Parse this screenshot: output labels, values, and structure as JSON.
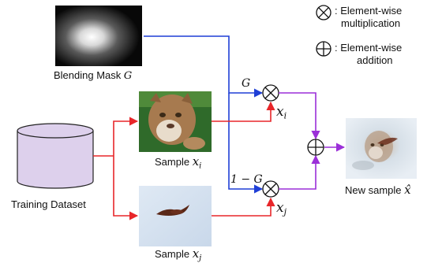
{
  "blending_mask": {
    "label": "Blending Mask",
    "var": "G"
  },
  "training_dataset": {
    "label": "Training Dataset"
  },
  "sample_i": {
    "label": "Sample",
    "var": "x",
    "sub": "i"
  },
  "sample_j": {
    "label": "Sample",
    "var": "x",
    "sub": "j"
  },
  "weights": {
    "top": "G",
    "bottom": "1 − G"
  },
  "products": {
    "top_var": "x",
    "top_sub": "i",
    "bottom_var": "x",
    "bottom_sub": "j"
  },
  "new_sample": {
    "label": "New sample",
    "var": "x̂"
  },
  "legend": {
    "mult_line1": ": Element-wise",
    "mult_line2": "multiplication",
    "add_line1": ": Element-wise",
    "add_line2": "addition"
  },
  "colors": {
    "red": "#e8262a",
    "blue": "#1f3fd6",
    "purple": "#9b2fd8",
    "cylinder": "#ddd0ec"
  },
  "icons": [
    "otimes-icon",
    "oplus-icon"
  ]
}
